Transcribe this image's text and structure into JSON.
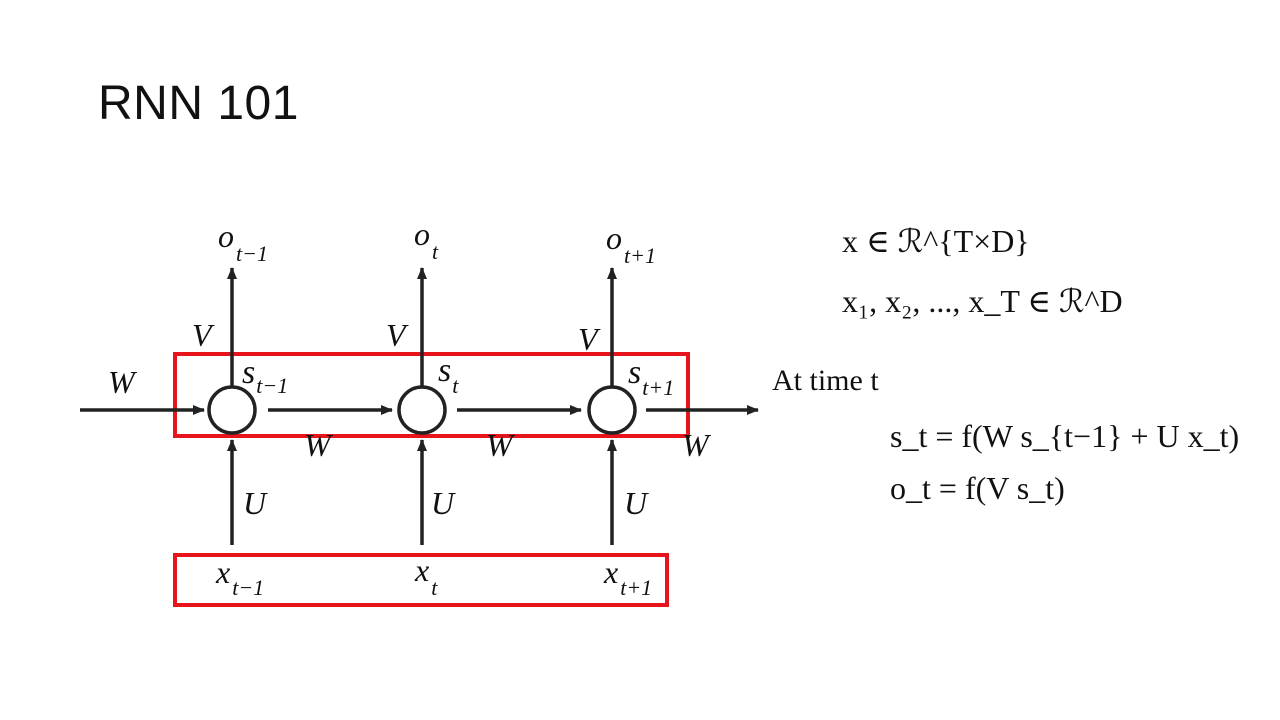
{
  "slide": {
    "title": "RNN 101"
  },
  "diagram": {
    "colors": {
      "stroke": "#222222",
      "highlight": "#e8141b"
    },
    "timesteps": [
      {
        "output": "o",
        "output_sub": "t−1",
        "state": "s",
        "state_sub": "t−1",
        "input": "x",
        "input_sub": "t−1"
      },
      {
        "output": "o",
        "output_sub": "t",
        "state": "s",
        "state_sub": "t",
        "input": "x",
        "input_sub": "t"
      },
      {
        "output": "o",
        "output_sub": "t+1",
        "state": "s",
        "state_sub": "t+1",
        "input": "x",
        "input_sub": "t+1"
      }
    ],
    "weights": {
      "input_to_state": "U",
      "state_to_output": "V",
      "recurrent": "W"
    },
    "highlight_boxes": [
      "hidden-states",
      "inputs"
    ]
  },
  "equations": {
    "line1": "x ∈ ℛ^{T×D}",
    "line2": "x₁, x₂, ..., x_T ∈ ℛ^D",
    "line3": "At time t",
    "line4": "s_t = f(W s_{t−1} + U x_t)",
    "line5": "o_t = f(V s_t)"
  }
}
